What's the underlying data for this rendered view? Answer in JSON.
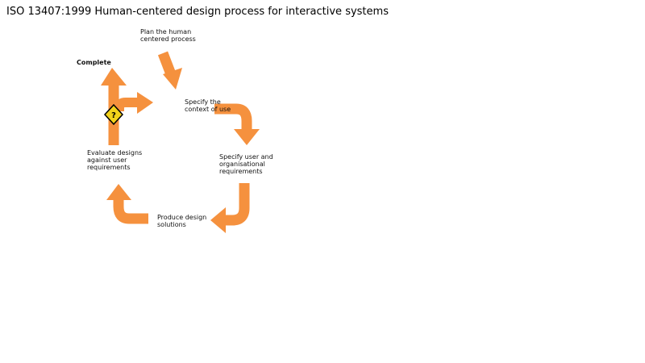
{
  "title": "ISO 13407:1999 Human-centered design process for interactive systems",
  "diagram": {
    "arrow_color": "#F5913E",
    "decision_color": "#F2D21B",
    "decision_symbol": "?",
    "nodes": {
      "plan": "Plan the human\ncentered process",
      "specify_context": "Specify the\ncontext of use",
      "specify_requirements": "Specify user and\norganisational\nrequirements",
      "produce": "Produce design\nsolutions",
      "evaluate": "Evaluate designs\nagainst user\nrequirements",
      "complete": "Complete"
    }
  }
}
